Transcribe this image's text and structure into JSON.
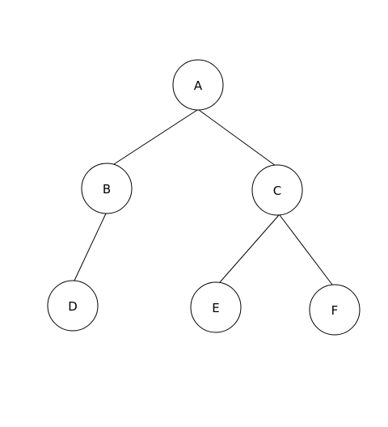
{
  "tree": {
    "nodes": [
      {
        "id": "A",
        "label": "A"
      },
      {
        "id": "B",
        "label": "B"
      },
      {
        "id": "C",
        "label": "C"
      },
      {
        "id": "D",
        "label": "D"
      },
      {
        "id": "E",
        "label": "E"
      },
      {
        "id": "F",
        "label": "F"
      }
    ],
    "edges": [
      {
        "from": "A",
        "to": "B"
      },
      {
        "from": "A",
        "to": "C"
      },
      {
        "from": "B",
        "to": "D"
      },
      {
        "from": "C",
        "to": "E"
      },
      {
        "from": "C",
        "to": "F"
      }
    ]
  }
}
